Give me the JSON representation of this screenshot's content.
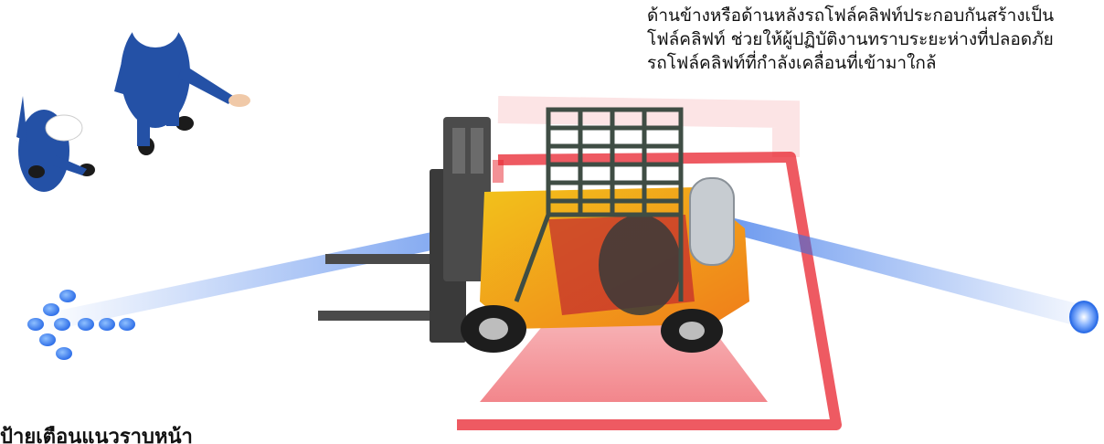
{
  "caption": {
    "lines": [
      "ด้านข้างหรือด้านหลังรถโฟล์คลิฟท์ประกอบกันสร้างเป็น",
      "โฟล์คลิฟท์ ช่วยให้ผู้ปฏิบัติงานทราบระยะห่างที่ปลอดภัย",
      "รถโฟล์คลิฟท์ที่กำลังเคลื่อนที่เข้ามาใกล้"
    ]
  },
  "bottom_label": "ป้ายเตือนแนวราบหน้า",
  "colors": {
    "blue_light": "#2f6fe8",
    "red_zone": "#e8232d",
    "forklift_yellow": "#f2b21b",
    "forklift_orange": "#f07d1a",
    "worker_suit": "#2451a6",
    "cage": "#3f4d44"
  },
  "icons": {
    "blue_spot_arrow": "arrow-left-icon",
    "rear_blue_spot": "light-spot-icon",
    "helmet": "helmet-icon"
  }
}
